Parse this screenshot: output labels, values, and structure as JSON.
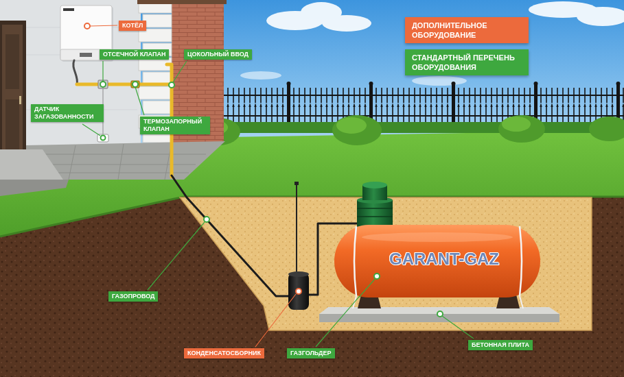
{
  "diagram": {
    "nodes": [
      {
        "text": [
          "КОТЁЛ"
        ]
      },
      {
        "text": [
          "ОТСЕЧНОЙ КЛАПАН"
        ]
      },
      {
        "text": [
          "ЦОКОЛЬНЫЙ ВВОД"
        ]
      },
      {
        "text": [
          "ДАТЧИК ЗАГАЗОВАННОСТИ"
        ]
      },
      {
        "text": [
          "ТЕРМОЗАПОРНЫЙ КЛАПАН"
        ]
      },
      {
        "text": [
          "GARANT-GAZ"
        ]
      },
      {
        "text": [
          "ГАЗОПРОВОД"
        ]
      },
      {
        "text": [
          "КОНДЕНСАТОСБОРНИК"
        ]
      },
      {
        "text": [
          "ГАЗГОЛЬДЕР"
        ]
      },
      {
        "text": [
          "БЕТОННАЯ ПЛИТА"
        ]
      }
    ],
    "legend": [
      {
        "text": "ДОПОЛНИТЕЛЬНОЕ ОБОРУДОВАНИЕ",
        "color": "#ec6a3c"
      },
      {
        "text": "СТАНДАРТНЫЙ ПЕРЕЧЕНЬ ОБОРУДОВАНИЯ",
        "color": "#3ea83f"
      }
    ]
  }
}
